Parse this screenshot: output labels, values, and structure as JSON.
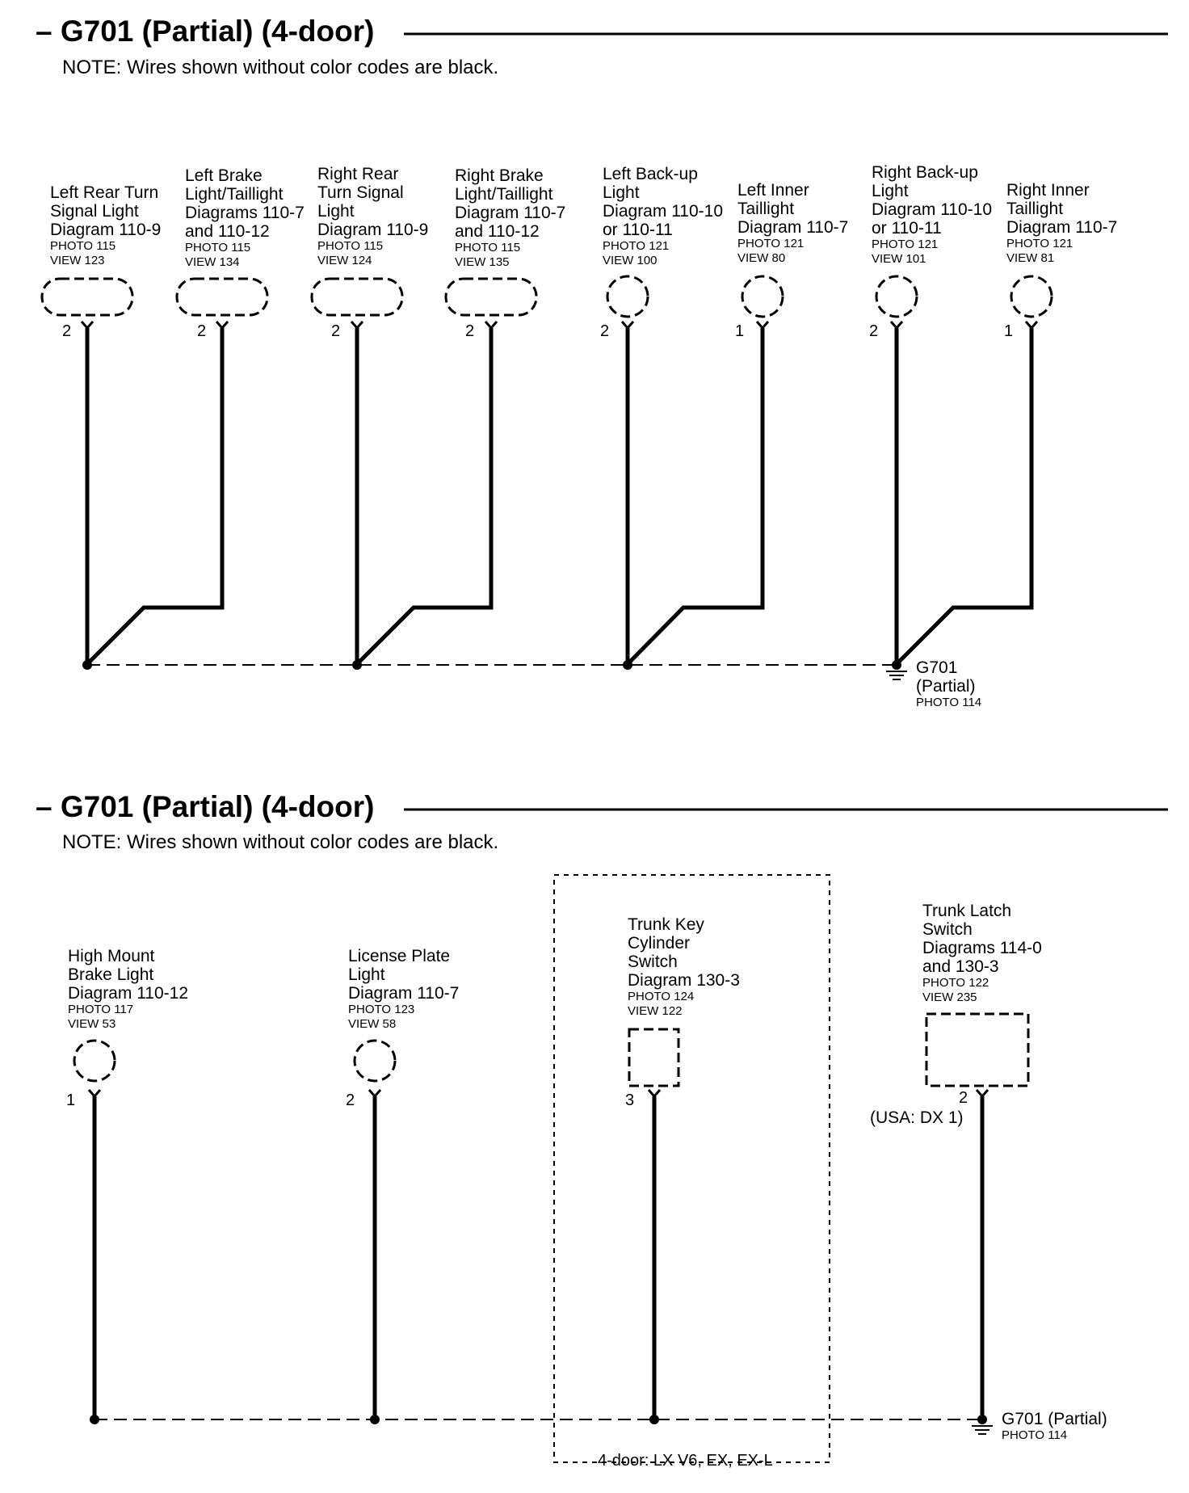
{
  "sections": [
    {
      "title": "– G701 (Partial) (4-door)",
      "note": "NOTE: Wires shown without color codes are black.",
      "components": [
        {
          "lines": [
            "Left Rear Turn",
            "Signal Light",
            "Diagram 110-9"
          ],
          "photo": "PHOTO 115",
          "view": "VIEW 123",
          "pin": "2"
        },
        {
          "lines": [
            "Left Brake",
            "Light/Taillight",
            "Diagrams 110-7",
            "and 110-12"
          ],
          "photo": "PHOTO 115",
          "view": "VIEW 134",
          "pin": "2"
        },
        {
          "lines": [
            "Right Rear",
            "Turn Signal",
            "Light",
            "Diagram 110-9"
          ],
          "photo": "PHOTO 115",
          "view": "VIEW 124",
          "pin": "2"
        },
        {
          "lines": [
            "Right Brake",
            "Light/Taillight",
            "Diagram 110-7",
            "and 110-12"
          ],
          "photo": "PHOTO 115",
          "view": "VIEW 135",
          "pin": "2"
        },
        {
          "lines": [
            "Left Back-up",
            "Light",
            "Diagram 110-10",
            "or 110-11"
          ],
          "photo": "PHOTO 121",
          "view": "VIEW 100",
          "pin": "2"
        },
        {
          "lines": [
            "Left Inner",
            "Taillight",
            "Diagram 110-7"
          ],
          "photo": "PHOTO 121",
          "view": "VIEW 80",
          "pin": "1"
        },
        {
          "lines": [
            "Right Back-up",
            "Light",
            "Diagram 110-10",
            "or 110-11"
          ],
          "photo": "PHOTO 121",
          "view": "VIEW 101",
          "pin": "2"
        },
        {
          "lines": [
            "Right Inner",
            "Taillight",
            "Diagram 110-7"
          ],
          "photo": "PHOTO 121",
          "view": "VIEW 81",
          "pin": "1"
        }
      ],
      "ground": {
        "lines": [
          "G701",
          "(Partial)"
        ],
        "photo": "PHOTO 114"
      }
    },
    {
      "title": "– G701 (Partial) (4-door)",
      "note": "NOTE: Wires shown without color codes are black.",
      "components": [
        {
          "lines": [
            "High Mount",
            "Brake Light",
            "Diagram 110-12"
          ],
          "photo": "PHOTO 117",
          "view": "VIEW 53",
          "pin": "1"
        },
        {
          "lines": [
            "License Plate",
            "Light",
            "Diagram 110-7"
          ],
          "photo": "PHOTO 123",
          "view": "VIEW 58",
          "pin": "2"
        },
        {
          "lines": [
            "Trunk Key",
            "Cylinder",
            "Switch",
            "Diagram 130-3"
          ],
          "photo": "PHOTO 124",
          "view": "VIEW 122",
          "pin": "3"
        },
        {
          "lines": [
            "Trunk Latch",
            "Switch",
            "Diagrams 114-0",
            "and 130-3"
          ],
          "photo": "PHOTO 122",
          "view": "VIEW 235",
          "pin": "2",
          "pin_note": "(USA: DX 1)"
        }
      ],
      "option_box_label": "4-door: LX V6, EX, EX-L",
      "ground": {
        "lines": [
          "G701 (Partial)"
        ],
        "photo": "PHOTO 114"
      }
    }
  ]
}
